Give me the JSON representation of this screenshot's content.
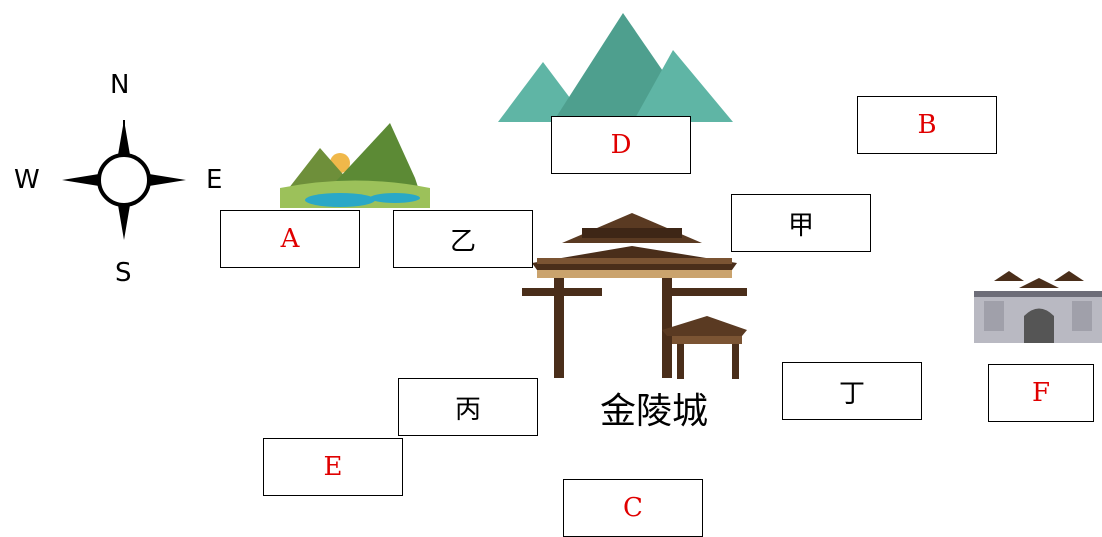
{
  "compass": {
    "north": "N",
    "south": "S",
    "east": "E",
    "west": "W"
  },
  "city_label": "金陵城",
  "boxes": {
    "a": "A",
    "b": "B",
    "c": "C",
    "d": "D",
    "e": "E",
    "f": "F",
    "jia": "甲",
    "yi": "乙",
    "bing": "丙",
    "ding": "丁"
  },
  "colors": {
    "letter_red": "#e00000",
    "mountain_teal": "#4fa48f",
    "gate_brown": "#5a3a22"
  }
}
